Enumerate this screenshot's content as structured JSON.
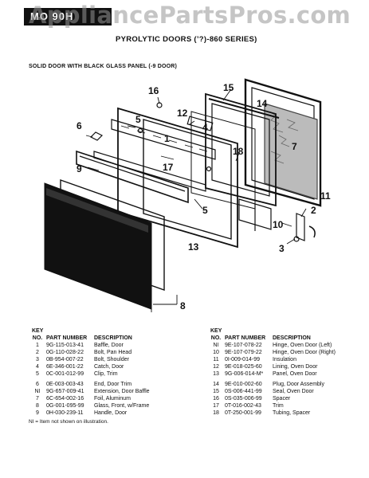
{
  "header": {
    "watermark": "AppliancePartsPros.com",
    "tab_label": "MO 90H",
    "title": "PYROLYTIC DOORS (’?)-860 SERIES)",
    "subtitle": "SOLID DOOR WITH BLACK GLASS PANEL (-9 DOOR)"
  },
  "callouts": [
    "16",
    "15",
    "14",
    "12",
    "5",
    "4",
    "6",
    "1",
    "7",
    "18",
    "9",
    "17",
    "2",
    "11",
    "5",
    "10",
    "13",
    "3",
    "8"
  ],
  "left_table": {
    "key_label": "KEY",
    "col_no": "NO.",
    "col_part": "PART NUMBER",
    "col_desc": "DESCRIPTION",
    "rows": [
      {
        "no": "1",
        "part": "9G-115-013-41",
        "desc": "Baffle, Door"
      },
      {
        "no": "2",
        "part": "0G-110-028-22",
        "desc": "Bolt, Pan Head"
      },
      {
        "no": "3",
        "part": "0B-954-007-22",
        "desc": "Bolt, Shoulder"
      },
      {
        "no": "4",
        "part": "6E-346-001-22",
        "desc": "Catch, Door"
      },
      {
        "no": "5",
        "part": "0C-001-012-99",
        "desc": "Clip, Trim"
      },
      {
        "no": "6",
        "part": "0E-003-003-43",
        "desc": "End, Door Trim"
      },
      {
        "no": "NI",
        "part": "9G-657-009-41",
        "desc": "Extension, Door Baffle"
      },
      {
        "no": "7",
        "part": "6C-654-002-16",
        "desc": "Foil, Aluminum"
      },
      {
        "no": "8",
        "part": "0G-001-095-99",
        "desc": "Glass, Front, w/Frame"
      },
      {
        "no": "9",
        "part": "0H-030-239-11",
        "desc": "Handle, Door"
      }
    ]
  },
  "right_table": {
    "key_label": "KEY",
    "col_no": "NO.",
    "col_part": "PART NUMBER",
    "col_desc": "DESCRIPTION",
    "rows": [
      {
        "no": "NI",
        "part": "9E-107-078-22",
        "desc": "Hinge, Oven Door (Left)"
      },
      {
        "no": "10",
        "part": "9E-107-079-22",
        "desc": "Hinge, Oven Door (Right)"
      },
      {
        "no": "11",
        "part": "0I-009-014-99",
        "desc": "Insulation"
      },
      {
        "no": "12",
        "part": "9E-018-025-60",
        "desc": "Lining, Oven Door"
      },
      {
        "no": "13",
        "part": "9G-006-014-M*",
        "desc": "Panel, Oven Door"
      },
      {
        "no": "14",
        "part": "9E-010-002-60",
        "desc": "Plug, Door Assembly"
      },
      {
        "no": "15",
        "part": "0S-006-441-99",
        "desc": "Seal, Oven Door"
      },
      {
        "no": "16",
        "part": "0S-035-006-99",
        "desc": "Spacer"
      },
      {
        "no": "17",
        "part": "0T-016-002-43",
        "desc": "Trim"
      },
      {
        "no": "18",
        "part": "0T-250-001-99",
        "desc": "Tubing, Spacer"
      }
    ]
  },
  "footnote": "NI = Item not shown on illustration."
}
